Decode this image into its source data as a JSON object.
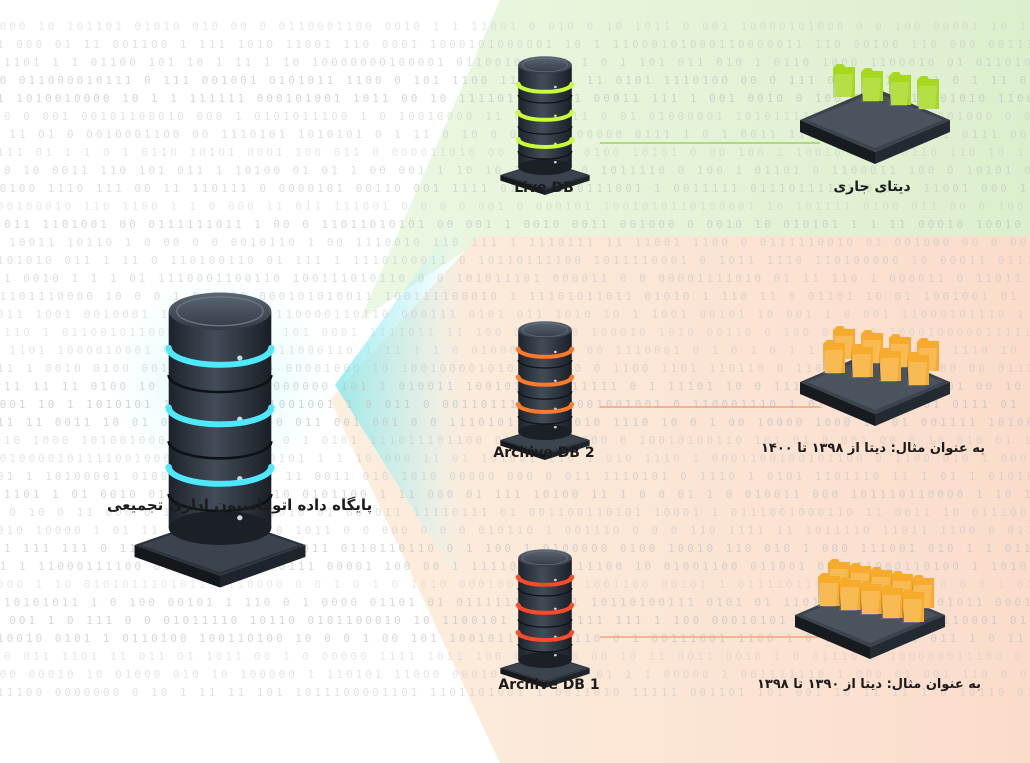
{
  "nodes": {
    "main_db": {
      "label": "پایگاه داده اتوماسیون اداری تجمیعی",
      "icon": "server-stack-icon",
      "ring_color": "#4fe9ff"
    },
    "live_db": {
      "label": "Live DB",
      "icon": "server-stack-icon",
      "ring_color": "#c9ff3a"
    },
    "archive_db_2": {
      "label": "Archive DB 2",
      "icon": "server-stack-icon",
      "ring_color": "#ff7a2a"
    },
    "archive_db_1": {
      "label": "Archive DB 1",
      "icon": "server-stack-icon",
      "ring_color": "#ff4a2a"
    }
  },
  "data_sets": {
    "current": {
      "label": "دیتای جاری",
      "icon": "folders-icon",
      "folder_color": "#a6d81e"
    },
    "archive_2": {
      "label": "به عنوان مثال: دیتا از ۱۳۹۸ تا ۱۴۰۰",
      "icon": "folders-icon",
      "folder_color": "#f7ab2d"
    },
    "archive_1": {
      "label": "به عنوان مثال: دیتا از ۱۳۹۰ تا ۱۳۹۸",
      "icon": "folders-icon",
      "folder_color": "#f7ab2d"
    }
  },
  "colors": {
    "live_panel": "#dff1cf",
    "archive_panel": "#fbdfcb",
    "beam": "#7ee8ec",
    "live_line": "#9fd15c",
    "archive_line": "#f5a27a",
    "binary_text": "#bfc3c6"
  }
}
